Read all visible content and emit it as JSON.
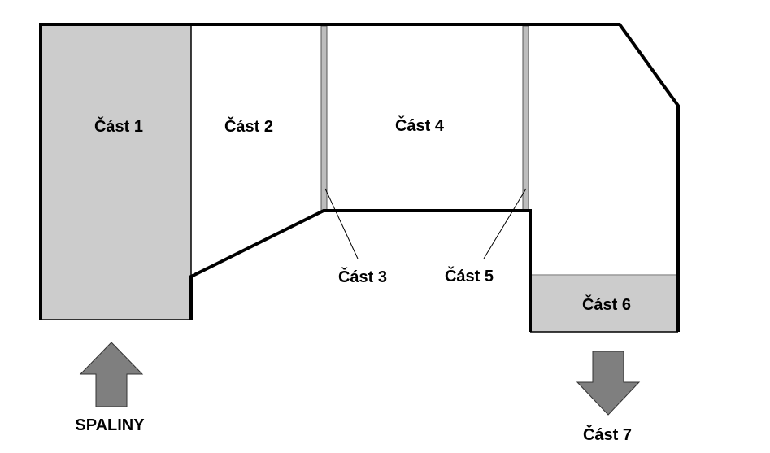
{
  "labels": {
    "part1": "Část 1",
    "part2": "Část 2",
    "part3": "Část 3",
    "part4": "Část 4",
    "part5": "Část 5",
    "part6": "Část 6",
    "part7": "Část 7",
    "inlet": "SPALINY"
  },
  "colors": {
    "outline": "#000000",
    "shaded_section": "#cccccc",
    "thin_wall": "#bdbdbd",
    "arrow": "#7f7f7f",
    "background": "#ffffff"
  },
  "icons": {
    "inlet_arrow": "arrow-up-icon",
    "outlet_arrow": "arrow-down-icon"
  }
}
